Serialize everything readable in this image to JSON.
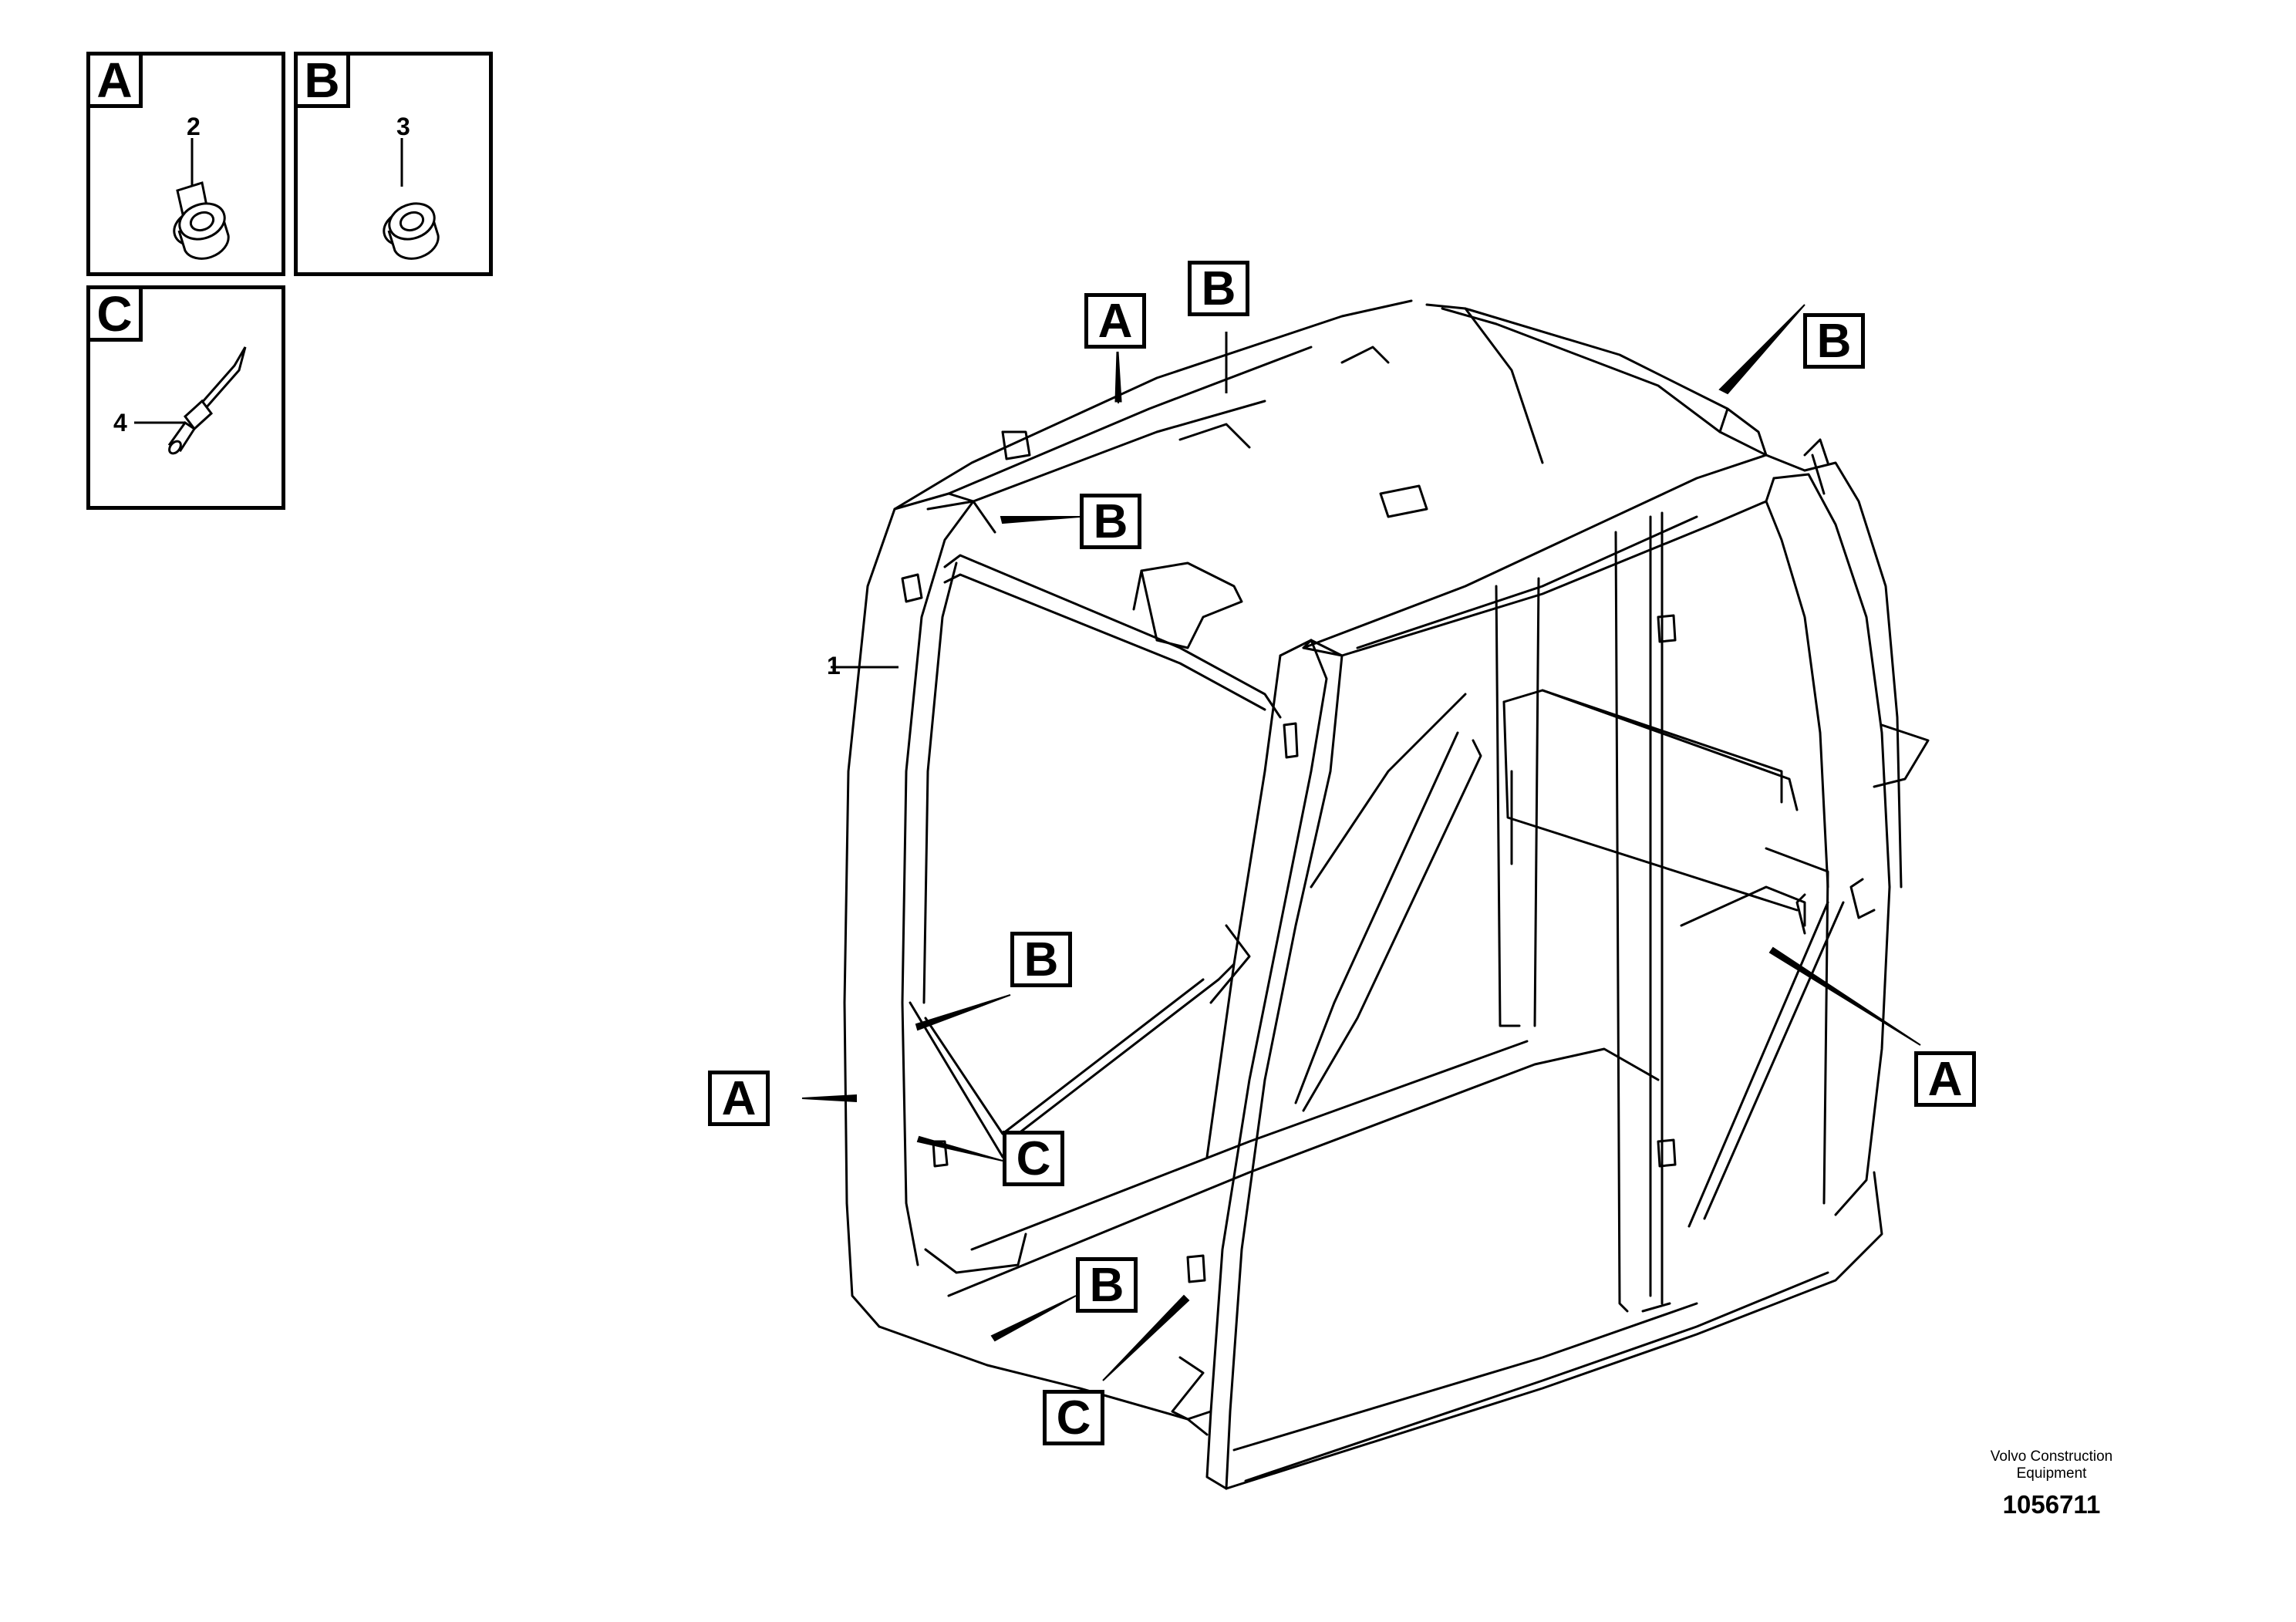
{
  "legend": [
    {
      "letter": "A",
      "part_number": "2",
      "part": "nut-icon"
    },
    {
      "letter": "B",
      "part_number": "3",
      "part": "nut-icon"
    },
    {
      "letter": "C",
      "part_number": "4",
      "part": "rivet-icon"
    }
  ],
  "main_part_number": "1",
  "callouts": [
    "A",
    "B",
    "B",
    "B",
    "B",
    "C",
    "A",
    "B",
    "C",
    "A"
  ],
  "credit": {
    "line1": "Volvo Construction",
    "line2": "Equipment"
  },
  "drawing_number": "1056711"
}
